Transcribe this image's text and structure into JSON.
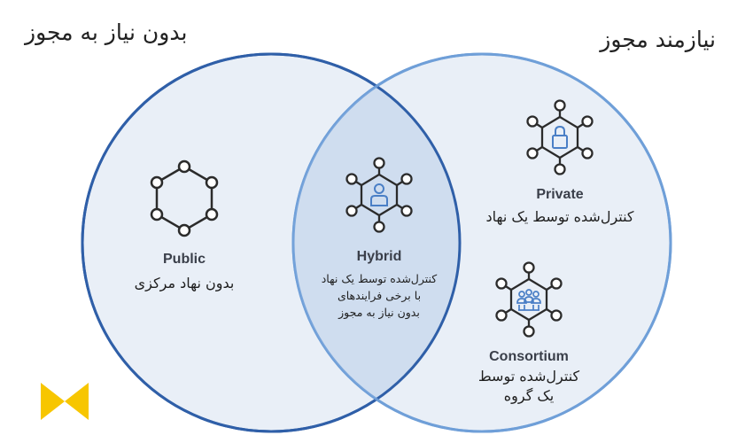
{
  "titles": {
    "left": "بدون نیاز به مجوز",
    "right": "نیازمند مجوز"
  },
  "nodes": {
    "public": {
      "label": "Public",
      "description": "بدون نهاد مرکزی",
      "icon": "hexagon-network-icon"
    },
    "hybrid": {
      "label": "Hybrid",
      "description_lines": [
        "کنترل‌شده توسط یک نهاد",
        "با برخی فرایندهای",
        "بدون نیاز به مجوز"
      ],
      "icon": "person-network-icon"
    },
    "private": {
      "label": "Private",
      "description": "کنترل‌شده توسط یک نهاد",
      "icon": "lock-network-icon"
    },
    "consortium": {
      "label": "Consortium",
      "description_lines": [
        "کنترل‌شده توسط",
        "یک گروه"
      ],
      "icon": "group-network-icon"
    }
  },
  "colors": {
    "left_circle_stroke": "#2f5fa8",
    "right_circle_stroke": "#6f9fd8",
    "circle_fill": "#e9eff7",
    "overlap_fill": "#cfddef",
    "icon_stroke": "#2b2b2b",
    "icon_accent": "#4a7fc6",
    "logo": "#f7c600"
  }
}
